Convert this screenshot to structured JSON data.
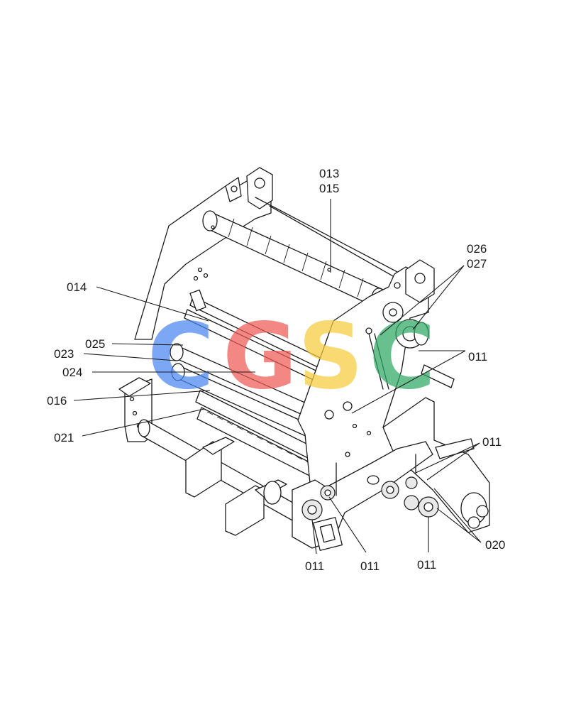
{
  "callouts": [
    {
      "id": "c013",
      "label": "013"
    },
    {
      "id": "c015",
      "label": "015"
    },
    {
      "id": "c026",
      "label": "026"
    },
    {
      "id": "c027",
      "label": "027"
    },
    {
      "id": "c014",
      "label": "014"
    },
    {
      "id": "c025",
      "label": "025"
    },
    {
      "id": "c023",
      "label": "023"
    },
    {
      "id": "c024",
      "label": "024"
    },
    {
      "id": "c016",
      "label": "016"
    },
    {
      "id": "c021",
      "label": "021"
    },
    {
      "id": "c011a",
      "label": "011"
    },
    {
      "id": "c011b",
      "label": "011"
    },
    {
      "id": "c011c",
      "label": "011"
    },
    {
      "id": "c011d",
      "label": "011"
    },
    {
      "id": "c011e",
      "label": "011"
    },
    {
      "id": "c020",
      "label": "020"
    }
  ],
  "watermark": {
    "letters": [
      "C",
      "G",
      "S",
      "C"
    ],
    "colors": [
      "#4a86f0",
      "#ef5a55",
      "#f7cc3c",
      "#2fa865"
    ]
  }
}
